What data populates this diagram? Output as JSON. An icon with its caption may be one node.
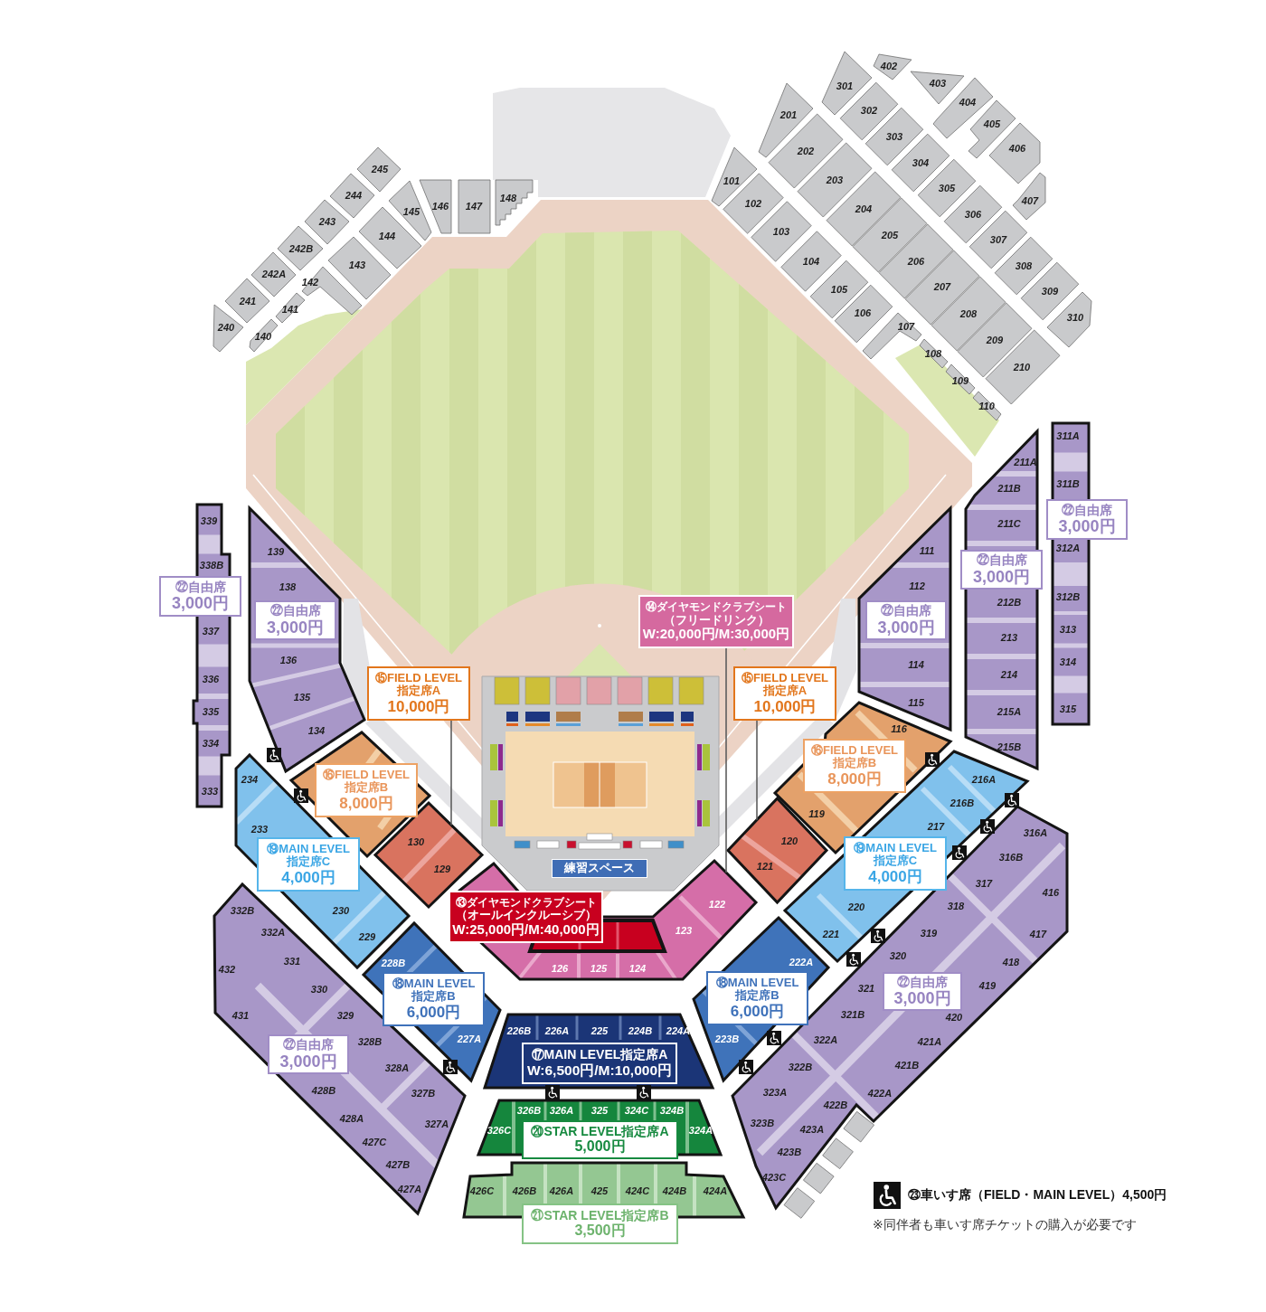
{
  "diagram": {
    "nodes": [
      {
        "text": [
          "㉒自由席",
          "3,000円"
        ]
      },
      {
        "text": [
          "㉒自由席",
          "3,000円"
        ]
      },
      {
        "text": [
          "㉒自由席",
          "3,000円"
        ]
      },
      {
        "text": [
          "㉒自由席",
          "3,000円"
        ]
      },
      {
        "text": [
          "⑭ダイヤモンドクラブシート",
          "（フリードリンク）",
          "W:20,000円/M:30,000円"
        ]
      },
      {
        "text": [
          "㉒自由席",
          "3,000円"
        ]
      },
      {
        "text": [
          "⑮FIELD LEVEL",
          "指定席A",
          "10,000円"
        ]
      },
      {
        "text": [
          "⑮FIELD LEVEL",
          "指定席A",
          "10,000円"
        ]
      },
      {
        "text": [
          "⑯FIELD LEVEL",
          "指定席B",
          "8,000円"
        ]
      },
      {
        "text": [
          "⑯FIELD LEVEL",
          "指定席B",
          "8,000円"
        ]
      },
      {
        "text": [
          "⑲MAIN LEVEL",
          "指定席C",
          "4,000円"
        ]
      },
      {
        "text": [
          "⑲MAIN LEVEL",
          "指定席C",
          "4,000円"
        ]
      },
      {
        "text": [
          "練習スペース"
        ]
      },
      {
        "text": [
          "⑬ダイヤモンドクラブシート",
          "（オールインクルーシブ）",
          "W:25,000円/M:40,000円"
        ]
      },
      {
        "text": [
          "⑱MAIN LEVEL",
          "指定席B",
          "6,000円"
        ]
      },
      {
        "text": [
          "⑱MAIN LEVEL",
          "指定席B",
          "6,000円"
        ]
      },
      {
        "text": [
          "㉒自由席",
          "3,000円"
        ]
      },
      {
        "text": [
          "㉒自由席",
          "3,000円"
        ]
      },
      {
        "text": [
          "⑰MAIN LEVEL指定席A",
          "W:6,500円/M:10,000円"
        ]
      },
      {
        "text": [
          "⑳STAR LEVEL指定席A",
          "5,000円"
        ]
      },
      {
        "text": [
          "㉑STAR LEVEL指定席B",
          "3,500円"
        ]
      },
      {
        "text": [],
        "shape": "polygon"
      },
      {
        "text": [],
        "shape": "diamond"
      },
      {
        "text": [],
        "shape": "diamond"
      }
    ],
    "edges": [
      {
        "from": 4,
        "to": 21,
        "arrow": "none"
      },
      {
        "from": 6,
        "to": 22,
        "arrow": "none"
      },
      {
        "from": 7,
        "to": 23,
        "arrow": "none"
      }
    ],
    "labels": [
      "402",
      "403",
      "301",
      "404",
      "302",
      "201",
      "405",
      "303",
      "406",
      "202",
      "304",
      "245",
      "101",
      "203",
      "305",
      "244",
      "148",
      "407",
      "102",
      "146",
      "147",
      "204",
      "145",
      "306",
      "243",
      "103",
      "205",
      "144",
      "307",
      "242B",
      "104",
      "206",
      "143",
      "308",
      "242A",
      "142",
      "207",
      "105",
      "309",
      "241",
      "141",
      "106",
      "208",
      "310",
      "240",
      "107",
      "140",
      "209",
      "108",
      "210",
      "109",
      "110",
      "311A",
      "211A",
      "311B",
      "211B",
      "339",
      "211C",
      "312A",
      "111",
      "139",
      "338B",
      "112",
      "138",
      "312B",
      "212B",
      "313",
      "337",
      "213",
      "136",
      "314",
      "114",
      "214",
      "336",
      "135",
      "115",
      "315",
      "215A",
      "335",
      "134",
      "116",
      "334",
      "215B",
      "216A",
      "234",
      "333",
      "216B",
      "119",
      "217",
      "233",
      "316A",
      "120",
      "130",
      "316B",
      "121",
      "129",
      "317",
      "416",
      "122",
      "318",
      "220",
      "332B",
      "230",
      "123",
      "319",
      "332A",
      "221",
      "417",
      "229",
      "320",
      "331",
      "222A",
      "228B",
      "418",
      "126",
      "125",
      "124",
      "432",
      "419",
      "321",
      "330",
      "321B",
      "431",
      "329",
      "420",
      "226B",
      "226A",
      "225",
      "224B",
      "224A",
      "227A",
      "223B",
      "322A",
      "421A",
      "328B",
      "421B",
      "322B",
      "328A",
      "428B",
      "323A",
      "422A",
      "327B",
      "422B",
      "326B",
      "326A",
      "325",
      "324C",
      "324B",
      "428A",
      "323B",
      "327A",
      "423A",
      "326C",
      "324A",
      "427C",
      "423B",
      "427B",
      "423C",
      "427A",
      "426C",
      "426B",
      "426A",
      "425",
      "424C",
      "424B",
      "424A",
      "※同伴者も車いす席チケットの購入が必要です"
    ],
    "legend": [
      {
        "text": "㉓車いす席（FIELD・MAIN LEVEL）4,500円"
      }
    ]
  }
}
